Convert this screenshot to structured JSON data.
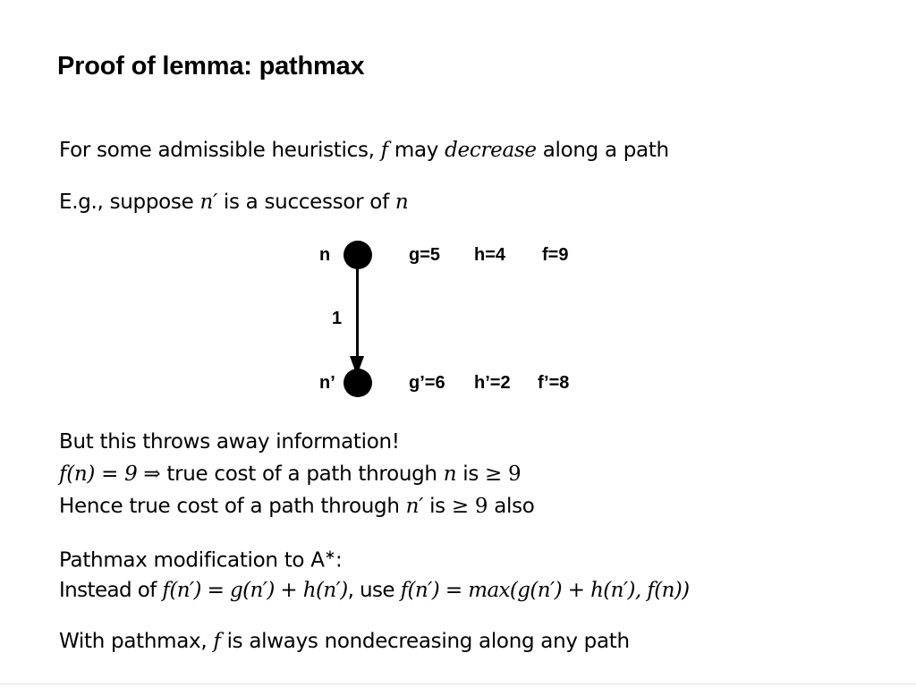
{
  "slide": {
    "title": "Proof of lemma: pathmax"
  },
  "paragraphs": {
    "p1": {
      "a": "For some admissible heuristics, ",
      "b": "f",
      "c": " may ",
      "d": "decrease",
      "e": " along a path"
    },
    "p2": {
      "a": "E.g., suppose ",
      "b": "n′",
      "c": " is a successor of ",
      "d": "n"
    },
    "p3": {
      "a": "But this throws away information!"
    },
    "p4": {
      "a": "f(n) = 9 ⇒",
      "b": " true cost of a path through ",
      "c": "n",
      "d": " is ",
      "e": "≥ 9"
    },
    "p5": {
      "a": "Hence true cost of a path through ",
      "b": "n′",
      "c": " is ",
      "d": "≥ 9",
      "e": " also"
    },
    "p6": {
      "a": "Pathmax modification to A",
      "b": "∗",
      "c": ":"
    },
    "p7": {
      "a": "Instead of ",
      "b": "f(n′) = g(n′) + h(n′)",
      "c": ", use ",
      "d": "f(n′) = max(g(n′) + h(n′), f(n))"
    },
    "p8": {
      "a": "With pathmax, ",
      "b": "f",
      "c": " is always nondecreasing along any path"
    }
  },
  "diagram": {
    "node_top": {
      "name": "n",
      "g": "g=5",
      "h": "h=4",
      "f": "f=9"
    },
    "node_bottom": {
      "name": "n’",
      "g": "g’=6",
      "h": "h’=2",
      "f": "f’=8"
    },
    "edge_cost": "1"
  }
}
